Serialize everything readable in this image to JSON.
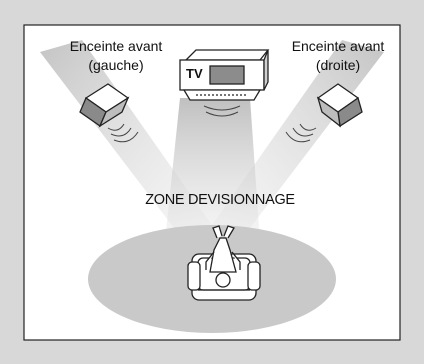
{
  "speakers": {
    "front_left": {
      "line1": "Enceinte avant",
      "line2": "(gauche)"
    },
    "front_right": {
      "line1": "Enceinte avant",
      "line2": "(droite)"
    }
  },
  "tv": {
    "label": "TV"
  },
  "zone": {
    "label": "ZONE DEVISIONNAGE"
  },
  "colors": {
    "background": "#d8d8d8",
    "panel": "#ffffff",
    "floor": "#c9c9c9",
    "beam": "#d0d0d0"
  }
}
